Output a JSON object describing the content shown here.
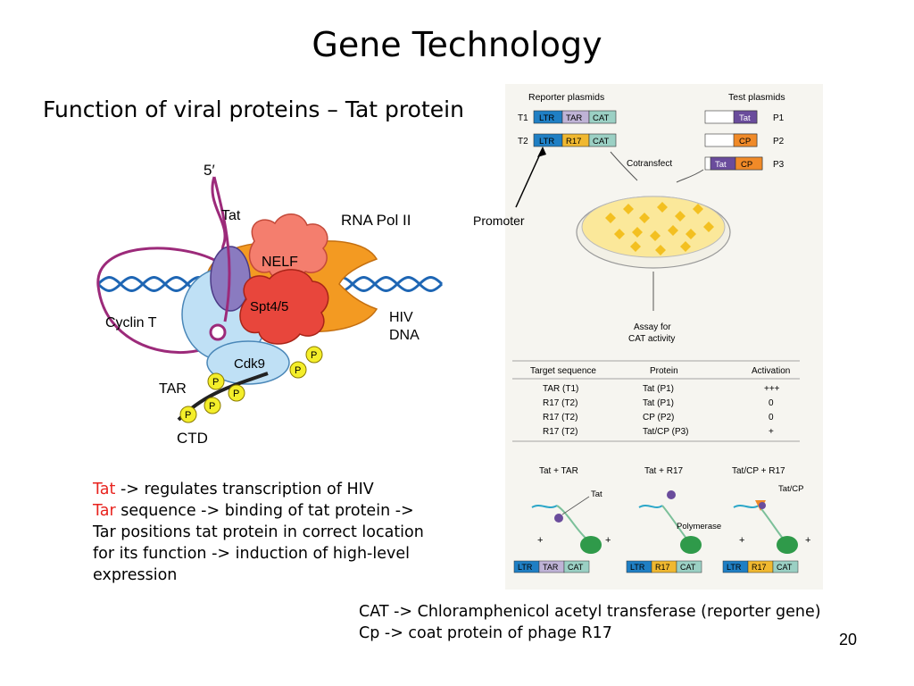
{
  "slide": {
    "title": "Gene Technology",
    "subtitle": "Function of viral proteins – Tat protein",
    "page_number": "20"
  },
  "notes": {
    "l1_term": "Tat",
    "l1_rest": " -> regulates transcription of HIV",
    "l2_term": "Tar",
    "l2_rest": " sequence -> binding of tat protein ->",
    "l3": "Tar positions tat protein in correct location",
    "l4": "for its function -> induction of high-level",
    "l5": "expression"
  },
  "footer": {
    "line1": "CAT -> Chloramphenicol acetyl transferase (reporter gene)",
    "line2": "Cp -> coat protein of phage R17"
  },
  "complex_diagram": {
    "five_prime": "5′",
    "tat": "Tat",
    "rna_pol": "RNA Pol II",
    "nelf": "NELF",
    "spt": "Spt4/5",
    "cyclin": "Cyclin T",
    "cdk9": "Cdk9",
    "tar": "TAR",
    "ctd": "CTD",
    "hiv": "HIV",
    "dna": "DNA",
    "phospho": "P"
  },
  "experiment": {
    "promoter_callout": "Promoter",
    "reporter_header": "Reporter plasmids",
    "test_header": "Test plasmids",
    "reporters": [
      {
        "id": "T1",
        "parts": [
          "LTR",
          "TAR",
          "CAT"
        ]
      },
      {
        "id": "T2",
        "parts": [
          "LTR",
          "R17",
          "CAT"
        ]
      }
    ],
    "tests": [
      {
        "id": "P1",
        "parts": [
          "Tat"
        ]
      },
      {
        "id": "P2",
        "parts": [
          "CP"
        ]
      },
      {
        "id": "P3",
        "parts": [
          "Tat",
          "CP"
        ]
      }
    ],
    "cotransfect": "Cotransfect",
    "assay_line1": "Assay for",
    "assay_line2": "CAT activity",
    "table_headers": [
      "Target sequence",
      "Protein",
      "Activation"
    ],
    "table_rows": [
      [
        "TAR (T1)",
        "Tat (P1)",
        "+++"
      ],
      [
        "R17 (T2)",
        "Tat (P1)",
        "0"
      ],
      [
        "R17 (T2)",
        "CP (P2)",
        "0"
      ],
      [
        "R17 (T2)",
        "Tat/CP (P3)",
        "+"
      ]
    ],
    "panels": [
      {
        "title": "Tat + TAR",
        "label": "Tat",
        "bar": [
          "LTR",
          "TAR",
          "CAT"
        ]
      },
      {
        "title": "Tat + R17",
        "label": "Polymerase",
        "bar": [
          "LTR",
          "R17",
          "CAT"
        ]
      },
      {
        "title": "Tat/CP + R17",
        "label": "Tat/CP",
        "bar": [
          "LTR",
          "R17",
          "CAT"
        ]
      }
    ],
    "plus": "+"
  },
  "colors": {
    "ltr": "#1f7fc4",
    "tar": "#bfb3d6",
    "cat": "#9bd0c4",
    "r17": "#f0b830",
    "tat": "#6a4c9c",
    "cp": "#f08a28",
    "rna_pol": "#f39a22",
    "nelf": "#f47e6e",
    "spt": "#e8463c",
    "cyclin": "#bfe0f5",
    "cdk9": "#bfe0f5",
    "phospho": "#f4ee2a",
    "rna_strand": "#9c2a7a",
    "dna": "#1e66b4"
  }
}
